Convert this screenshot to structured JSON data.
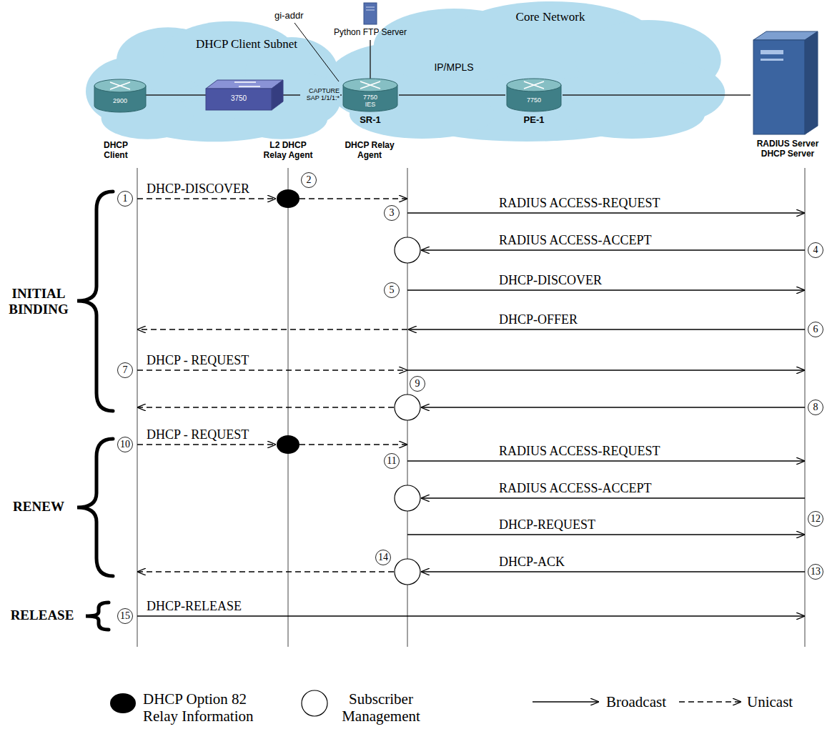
{
  "diagram": {
    "nodes": [
      {
        "text": [
          "DHCP Client Subnet"
        ]
      },
      {
        "text": [
          "2900"
        ],
        "in": 0
      },
      {
        "text": [
          "3750"
        ],
        "in": 0
      },
      {
        "text": [
          "Python FTP Server"
        ]
      },
      {
        "text": [
          "7750 IES",
          "SR-1"
        ]
      },
      {
        "text": [
          "Core Network",
          "IP/MPLS"
        ]
      },
      {
        "text": [
          "7750",
          "PE-1"
        ],
        "in": 5
      },
      {
        "text": [
          "RADIUS Server DHCP Server"
        ]
      }
    ],
    "edges": [
      {
        "from": 1,
        "to": 2,
        "arrow": "none"
      },
      {
        "from": 2,
        "to": 4,
        "arrow": "none"
      },
      {
        "from": 3,
        "to": 4,
        "arrow": "none"
      },
      {
        "from": 4,
        "to": 6,
        "arrow": "none"
      },
      {
        "from": 6,
        "to": 7,
        "arrow": "none"
      }
    ],
    "labels": [
      "gi-addr",
      "CAPTURE SAP 1/1/1:*",
      "DHCP Client",
      "L2 DHCP Relay Agent",
      "DHCP Relay Agent",
      "INITIAL BINDING",
      "RENEW",
      "RELEASE",
      "1",
      "DHCP-DISCOVER",
      "2",
      "3",
      "RADIUS ACCESS-REQUEST",
      "RADIUS ACCESS-ACCEPT",
      "4",
      "5",
      "DHCP-DISCOVER",
      "DHCP-OFFER",
      "6",
      "7",
      "DHCP - REQUEST",
      "9",
      "8",
      "10",
      "DHCP - REQUEST",
      "11",
      "RADIUS ACCESS-REQUEST",
      "RADIUS ACCESS-ACCEPT",
      "12",
      "DHCP-REQUEST",
      "14",
      "DHCP-ACK",
      "13",
      "15",
      "DHCP-RELEASE"
    ],
    "legend": [
      {
        "text": "DHCP Option 82 Relay Information"
      },
      {
        "text": "Subscriber Management"
      },
      {
        "text": "Broadcast"
      },
      {
        "text": "Unicast"
      }
    ]
  }
}
